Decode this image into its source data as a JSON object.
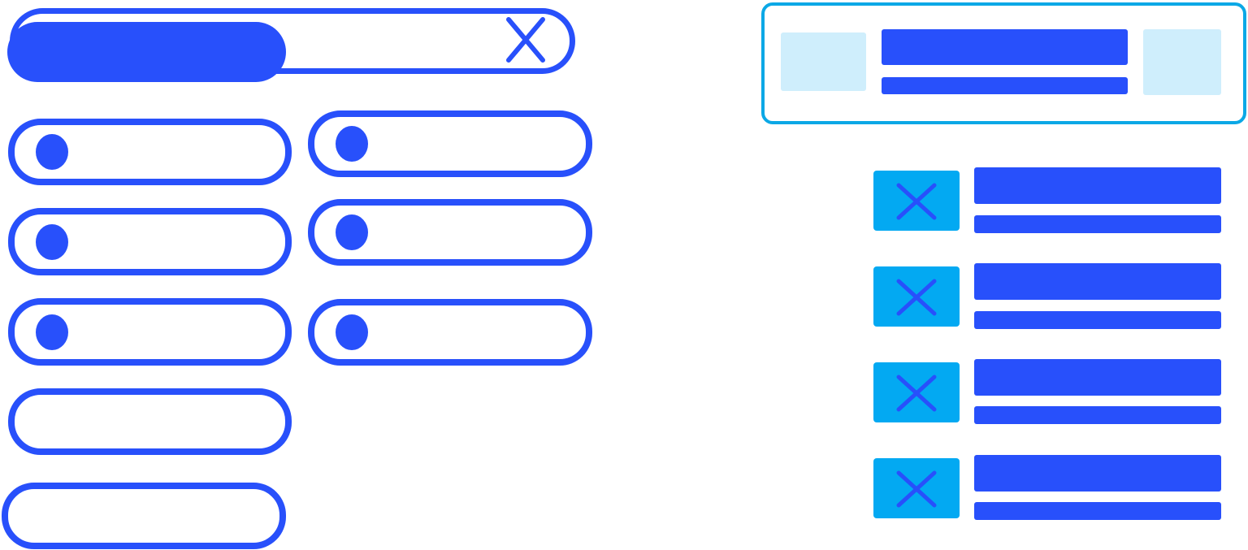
{
  "colors": {
    "blue": "#2850fb",
    "cyan": "#0ba8e6",
    "tile": "#03a9f2",
    "thumb": "#cfeefc",
    "background": "#ffffff"
  },
  "search": {
    "fill_fraction": 0.49,
    "close_icon": "close-icon"
  },
  "pill_options": [
    {
      "has_dot": true
    },
    {
      "has_dot": true
    },
    {
      "has_dot": true
    },
    {
      "has_dot": false
    },
    {
      "has_dot": false
    },
    {
      "has_dot": true
    },
    {
      "has_dot": true
    },
    {
      "has_dot": true
    }
  ],
  "header_card": {
    "left_thumb": "image-placeholder",
    "right_thumb": "image-placeholder"
  },
  "list_items": [
    {
      "icon": "broken-image-icon"
    },
    {
      "icon": "broken-image-icon"
    },
    {
      "icon": "broken-image-icon"
    },
    {
      "icon": "broken-image-icon"
    }
  ]
}
